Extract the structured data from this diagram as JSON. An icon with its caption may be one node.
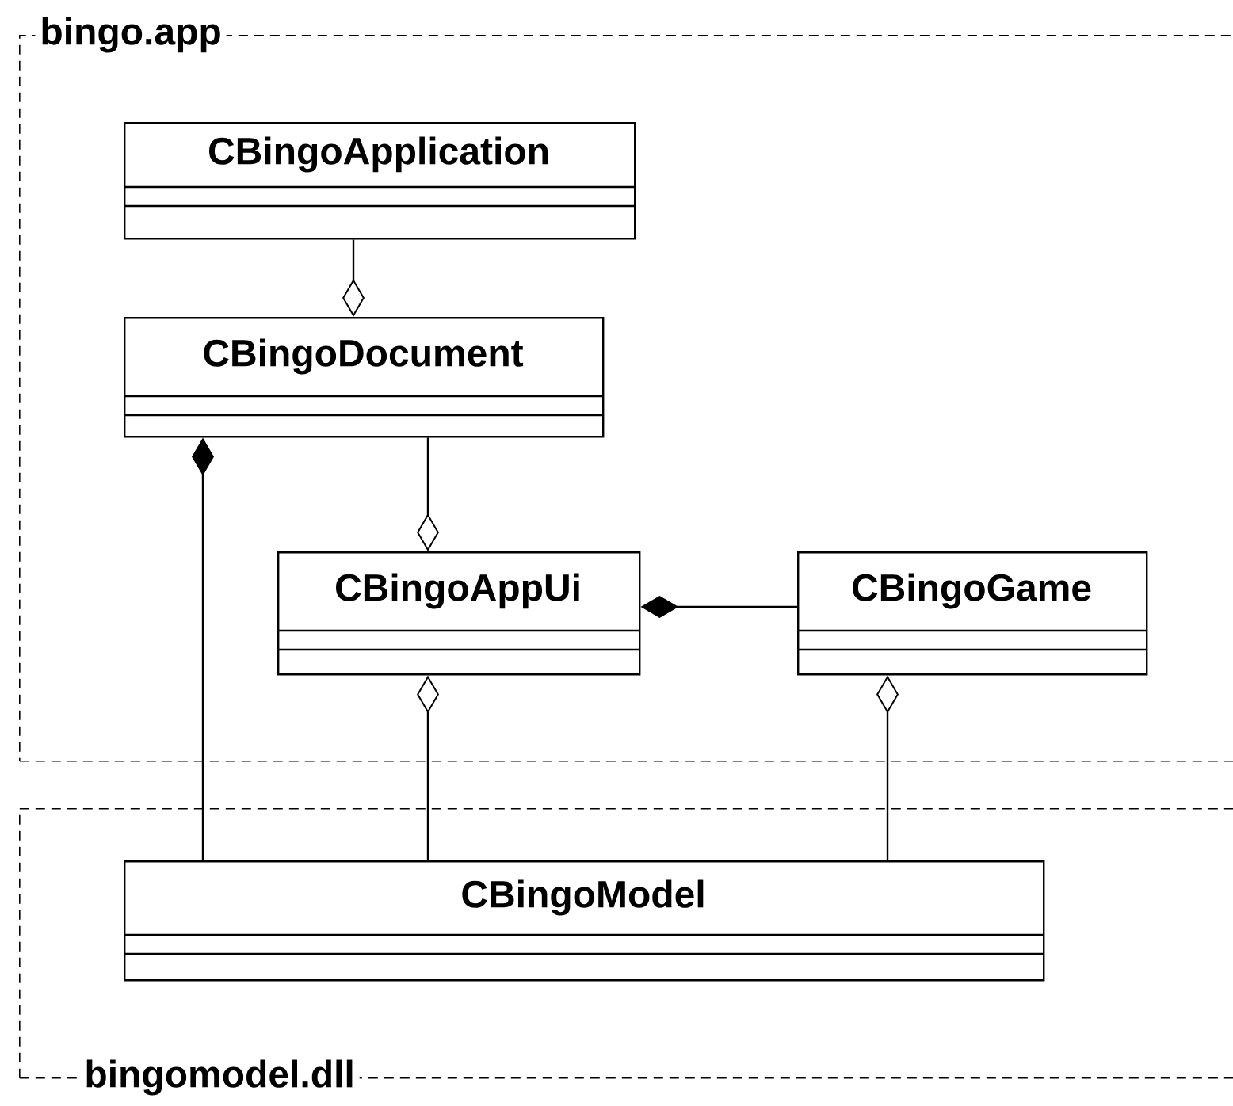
{
  "diagram": {
    "nodes": [
      {
        "text": [
          "bingo.app"
        ]
      },
      {
        "text": [
          "bingomodel.dll"
        ]
      },
      {
        "text": [
          "CBingoApplication"
        ],
        "in": 0
      },
      {
        "text": [
          "CBingoDocument"
        ],
        "in": 0
      },
      {
        "text": [
          "CBingoAppUi"
        ],
        "in": 0
      },
      {
        "text": [
          "CBingoGame"
        ],
        "in": 0
      },
      {
        "text": [
          "CBingoModel"
        ],
        "in": 1
      }
    ],
    "edges": [
      {
        "from": 2,
        "to": 3,
        "arrow": "other"
      },
      {
        "from": 3,
        "to": 4,
        "arrow": "other"
      },
      {
        "from": 6,
        "to": 3,
        "arrow": "other"
      },
      {
        "from": 5,
        "to": 4,
        "arrow": "other"
      },
      {
        "from": 6,
        "to": 4,
        "arrow": "other"
      },
      {
        "from": 6,
        "to": 5,
        "arrow": "other"
      }
    ]
  }
}
